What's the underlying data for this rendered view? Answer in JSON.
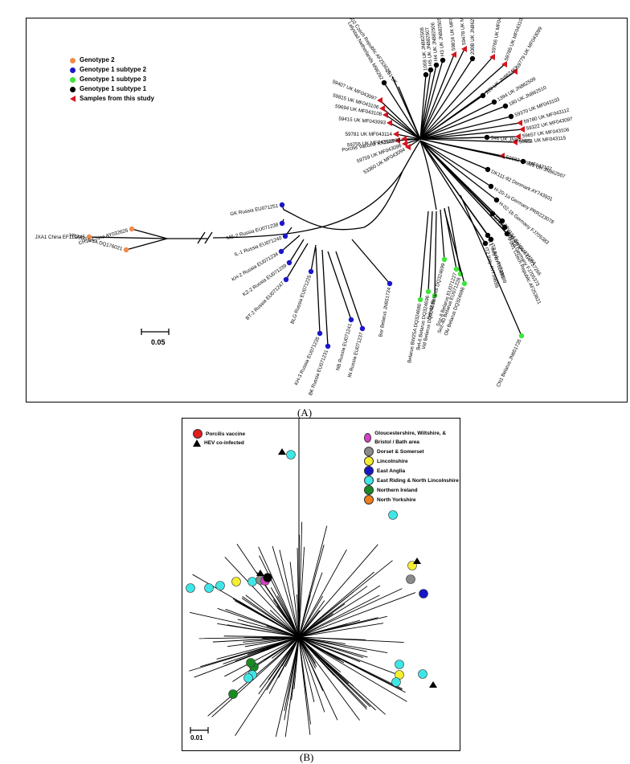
{
  "figure": {
    "caption_a": "(A)",
    "caption_b": "(B)"
  },
  "panel_a": {
    "legend": [
      {
        "label": "Genotype 2",
        "color": "#f28b4c",
        "marker": "dot"
      },
      {
        "label": "Genotype 1 subtype 2",
        "color": "#1a17c8",
        "marker": "dot"
      },
      {
        "label": "Genotype 1 subtype 3",
        "color": "#3fe33b",
        "marker": "dot"
      },
      {
        "label": "Genotype 1 subtype 1",
        "color": "#000000",
        "marker": "dot"
      },
      {
        "label": "Samples from this study",
        "color": "#d3151f",
        "marker": "triangle"
      }
    ],
    "scale_label": "0.05",
    "taxa": [
      "CH1a China AY032626",
      "JXA1 China EF112445",
      "VR2332-USA DQ176021",
      "GK Russia EU071251",
      "MB-2 Russia EU071238",
      "IL-1 Russia EU071240",
      "KH-2 Russia EU071234",
      "KZ-2 Russia EU071239",
      "BT-2 Russia EU071247",
      "BLG Russia EU071225",
      "KH-3 Russia EU071235",
      "BK Russia EU071231",
      "NB Russia EU071241",
      "IN Russia EU071237",
      "Bor Belarus JN651724",
      "Belarus BW25A DQ324680",
      "Bel-6 Belarus DQ324696",
      "Vid Belarus DQ324690",
      "Bel-42 Belarus DQ324699",
      "Soz-8 Belarus EU071227",
      "Soz-40 Belarus EU071228",
      "CN1 Belarus JN651735",
      "Olv Belarus DQ324698",
      "Lelystad Netherlands M96262",
      "V-502 Czech Republic AF253624",
      "231 UK",
      "59407 UK MF043097",
      "59815 UK MF043106",
      "59694 UK MF043108",
      "59415 UK MF043093",
      "59781 UK MF043114",
      "59755 UK MF043113",
      "Porcilis Vaccine KX258999",
      "59759 UK MF043096",
      "53360 UK MF043094",
      "59478 UK MF043100",
      "59816 UK MF043107",
      "H3 UK JN882505",
      "H4 UK JN882506",
      "H5 UK JN882507",
      "1008 UK JN862508",
      "200B UK JN862505",
      "59766 UK MF043101",
      "59785 UK MF043102",
      "59779 UK MF043099",
      "220 UK JN862461",
      "1394 UK JN862509",
      "180 UK JN862510",
      "59370 UK MF043103",
      "59780 UK MF043112",
      "59322 UK MF043097",
      "59657 UK MF043106",
      "59601 UK MF043115",
      "546 UK JN862485",
      "59682 UK MF043107",
      "929 UK JN862507",
      "DK111-92 Denmark AY743931",
      "H-20-1a Germany PRR223078",
      "H-02-1b Germany FJ705383",
      "07V063 Belgium GU737264",
      "08V194 Belgium GU737266",
      "H-01-1d Germany FJ705373",
      "V-001 Czech Republic AF253621",
      "IT1 Italy AY735651",
      "IT2 Italy AY739699",
      "IT3 Italy AY739699"
    ]
  },
  "panel_b": {
    "legend": [
      {
        "label": "Porcilis vaccine",
        "color": "#e31d1d",
        "marker": "dot"
      },
      {
        "label": "HEV co-infected",
        "color": "#000000",
        "marker": "triangle"
      },
      {
        "label": "Gloucestershire, Wiltshire, & Bristol / Bath area",
        "color": "#d63fc9",
        "marker": "dot"
      },
      {
        "label": "Dorset & Somerset",
        "color": "#8a8a8a",
        "marker": "dot"
      },
      {
        "label": "Lincolnshire",
        "color": "#f5ef2e",
        "marker": "dot"
      },
      {
        "label": "East Anglia",
        "color": "#1717c8",
        "marker": "dot"
      },
      {
        "label": "East Riding & North Lincolnshire",
        "color": "#3ee6e6",
        "marker": "dot"
      },
      {
        "label": "Northern Ireland",
        "color": "#1a8a22",
        "marker": "dot"
      },
      {
        "label": "North Yorkshire",
        "color": "#ef7d1c",
        "marker": "dot"
      }
    ],
    "scale_label": "0.01"
  }
}
